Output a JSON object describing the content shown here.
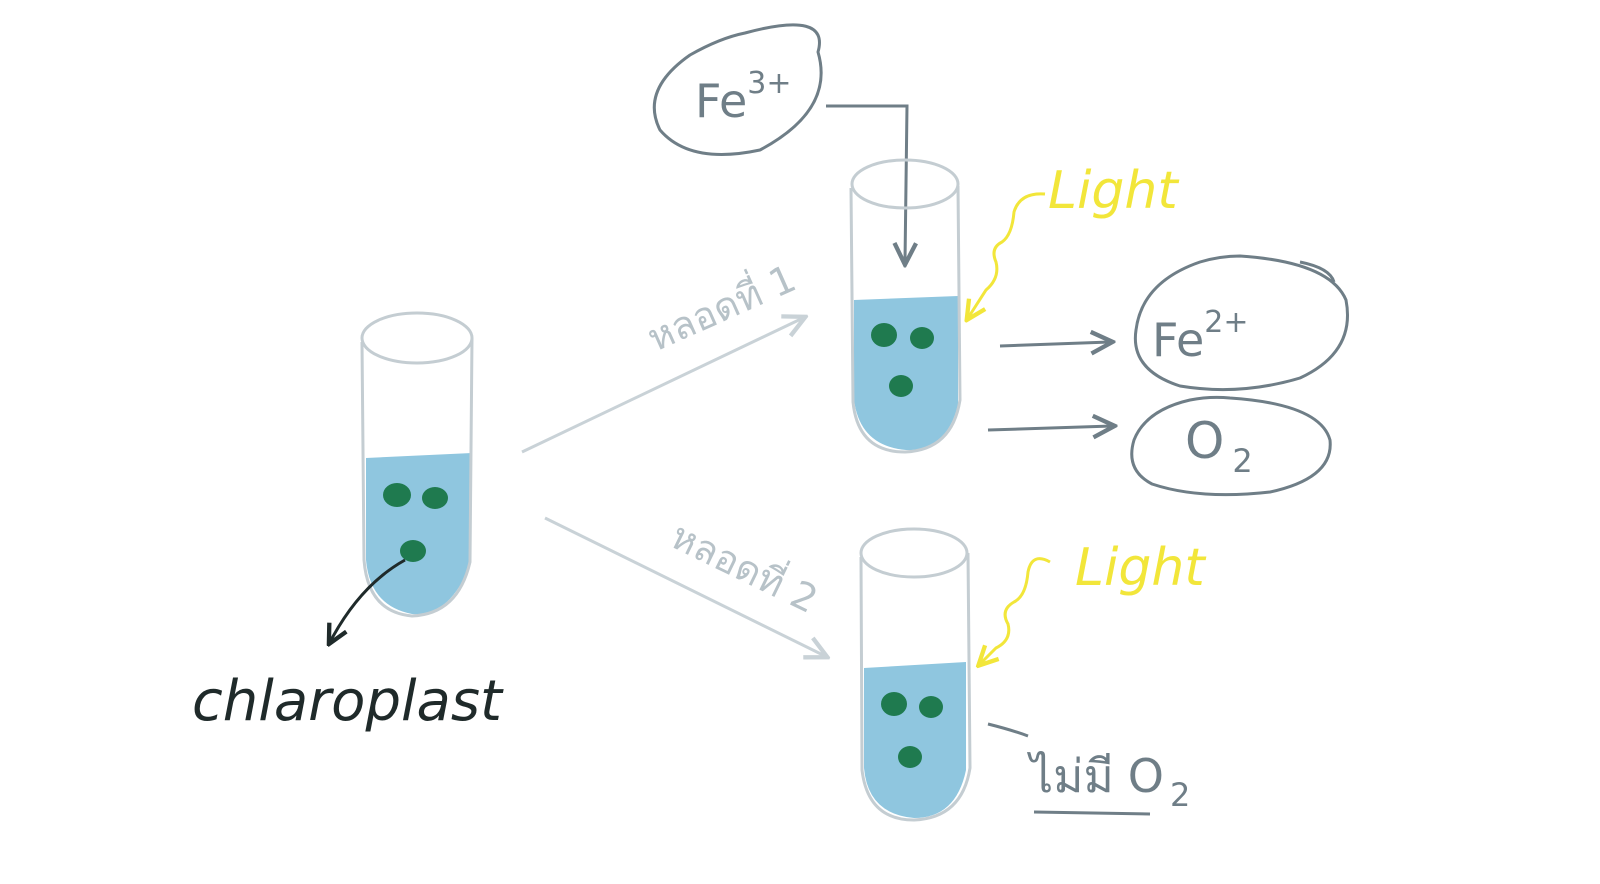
{
  "labels": {
    "fe3": {
      "base": "Fe",
      "sup": "3+"
    },
    "fe2": {
      "base": "Fe",
      "sup": "2+"
    },
    "o2": {
      "base": "O",
      "sub": "2"
    },
    "light_1": "Light",
    "light_2": "Light",
    "chloroplast": "chlaroplast",
    "tube_label_1": "หลอดที่ 1",
    "tube_label_2": "หลอดที่ 2",
    "no_o2": {
      "thai": "ไม่มี",
      "base": "O",
      "sub": "2"
    }
  },
  "colors": {
    "liquid": "#8fc6df",
    "chloroplast": "#1f7a4f",
    "tube_outline": "#c4cdd2",
    "slate": "#6f7e87",
    "light": "#f2e63a",
    "dark_text": "#1f2a2a",
    "pale_arrow": "#c9d2d7"
  }
}
